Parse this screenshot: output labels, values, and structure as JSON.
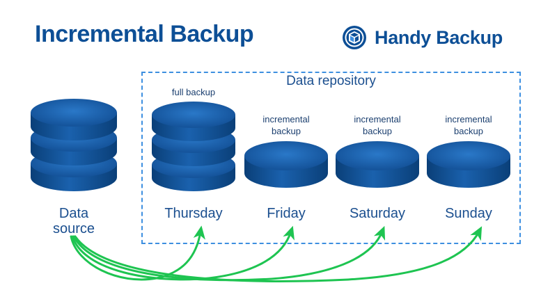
{
  "header": {
    "title": "Incremental Backup",
    "brand": "Handy Backup"
  },
  "repository": {
    "label": "Data repository"
  },
  "source": {
    "label_line1": "Data",
    "label_line2": "source"
  },
  "backups": [
    {
      "type_line1": "full backup",
      "type_line2": "",
      "day": "Thursday"
    },
    {
      "type_line1": "incremental",
      "type_line2": "backup",
      "day": "Friday"
    },
    {
      "type_line1": "incremental",
      "type_line2": "backup",
      "day": "Saturday"
    },
    {
      "type_line1": "incremental",
      "type_line2": "backup",
      "day": "Sunday"
    }
  ],
  "colors": {
    "brand_blue": "#0d4f96",
    "disk_light": "#1f6bbd",
    "disk_dark": "#0a3f78",
    "arrow_green": "#1ec451",
    "dashed_border": "#3d8fe0"
  }
}
